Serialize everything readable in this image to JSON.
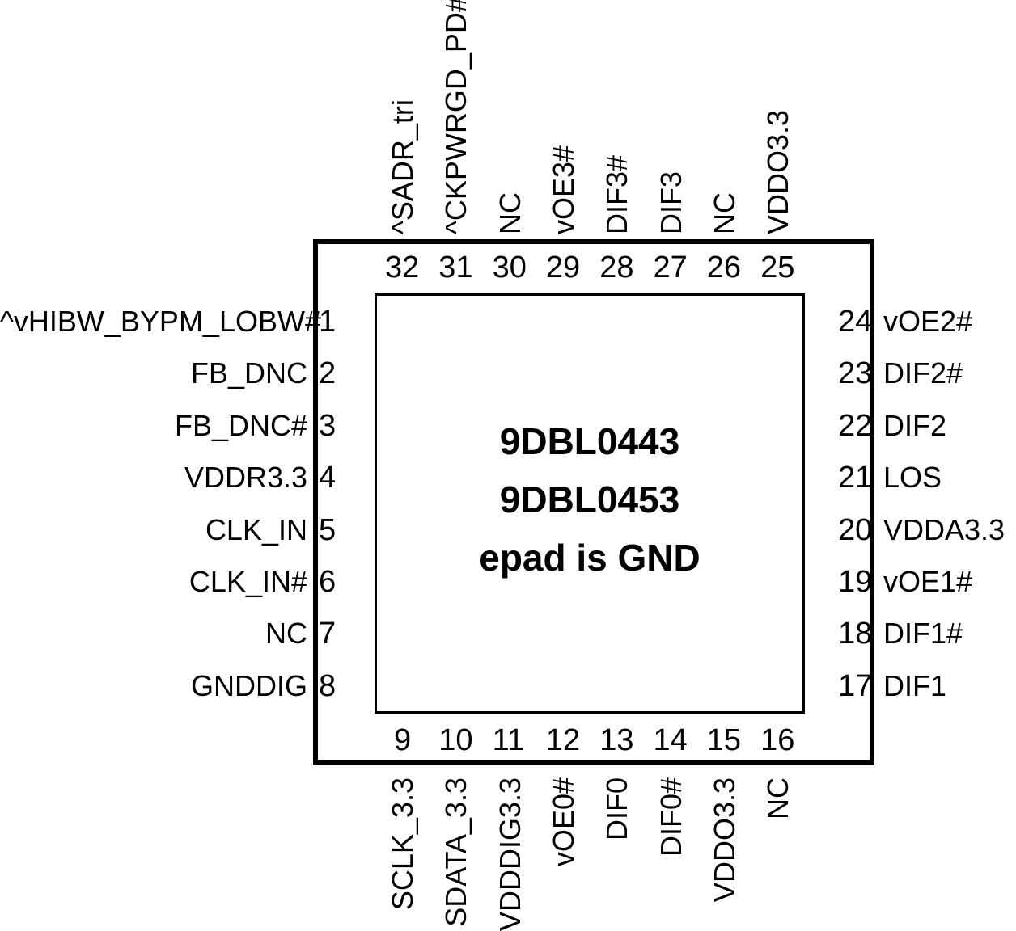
{
  "chip": {
    "part1": "9DBL0443",
    "part2": "9DBL0453",
    "epad_note": "epad is GND"
  },
  "pins_left": [
    {
      "num": "1",
      "name": "^vHIBW_BYPM_LOBW#"
    },
    {
      "num": "2",
      "name": "FB_DNC"
    },
    {
      "num": "3",
      "name": "FB_DNC#"
    },
    {
      "num": "4",
      "name": "VDDR3.3"
    },
    {
      "num": "5",
      "name": "CLK_IN"
    },
    {
      "num": "6",
      "name": "CLK_IN#"
    },
    {
      "num": "7",
      "name": "NC"
    },
    {
      "num": "8",
      "name": "GNDDIG"
    }
  ],
  "pins_bottom": [
    {
      "num": "9",
      "name": "SCLK_3.3"
    },
    {
      "num": "10",
      "name": "SDATA_3.3"
    },
    {
      "num": "11",
      "name": "VDDDIG3.3"
    },
    {
      "num": "12",
      "name": "vOE0#"
    },
    {
      "num": "13",
      "name": "DIF0"
    },
    {
      "num": "14",
      "name": "DIF0#"
    },
    {
      "num": "15",
      "name": "VDDO3.3"
    },
    {
      "num": "16",
      "name": "NC"
    }
  ],
  "pins_right": [
    {
      "num": "17",
      "name": "DIF1"
    },
    {
      "num": "18",
      "name": "DIF1#"
    },
    {
      "num": "19",
      "name": "vOE1#"
    },
    {
      "num": "20",
      "name": "VDDA3.3"
    },
    {
      "num": "21",
      "name": "LOS"
    },
    {
      "num": "22",
      "name": "DIF2"
    },
    {
      "num": "23",
      "name": "DIF2#"
    },
    {
      "num": "24",
      "name": "vOE2#"
    }
  ],
  "pins_top": [
    {
      "num": "25",
      "name": "VDDO3.3"
    },
    {
      "num": "26",
      "name": "NC"
    },
    {
      "num": "27",
      "name": "DIF3"
    },
    {
      "num": "28",
      "name": "DIF3#"
    },
    {
      "num": "29",
      "name": "vOE3#"
    },
    {
      "num": "30",
      "name": "NC"
    },
    {
      "num": "31",
      "name": "^CKPWRGD_PD#"
    },
    {
      "num": "32",
      "name": "^SADR_tri"
    }
  ]
}
